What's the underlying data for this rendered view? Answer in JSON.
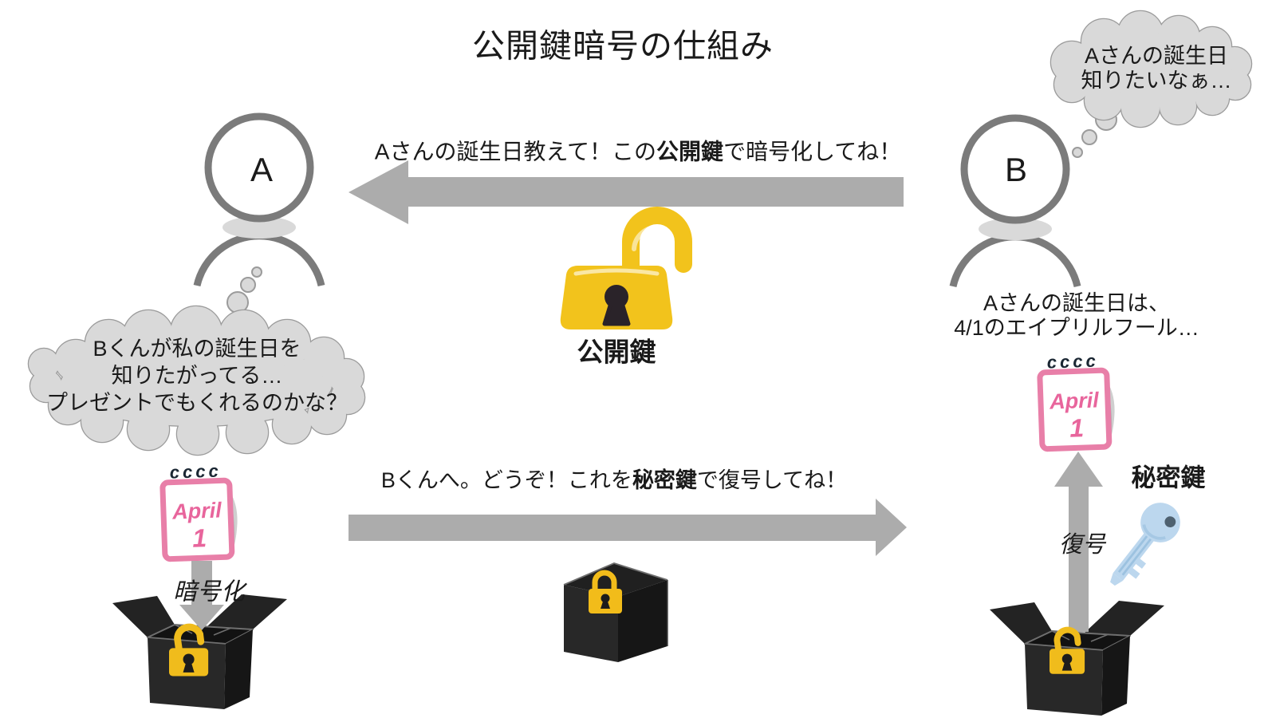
{
  "title": "公開鍵暗号の仕組み",
  "person_a": {
    "label": "A"
  },
  "person_b": {
    "label": "B"
  },
  "thought_b": {
    "line1": "Aさんの誕生日",
    "line2": "知りたいなぁ…"
  },
  "thought_a": {
    "line1": "Bくんが私の誕生日を",
    "line2": "知りたがってる…",
    "line3": "プレゼントでもくれるのかな？"
  },
  "request_message": {
    "prefix": "Aさんの誕生日教えて！この",
    "emphasis": "公開鍵",
    "suffix": "で暗号化してね！"
  },
  "response_message": {
    "prefix": "Bくんへ。どうぞ！これを",
    "emphasis": "秘密鍵",
    "suffix": "で復号してね！"
  },
  "public_key_label": "公開鍵",
  "private_key_label": "秘密鍵",
  "encrypt_label": "暗号化",
  "decrypt_label": "復号",
  "reveal": {
    "line1": "Aさんの誕生日は、",
    "line2": "4/1のエイプリルフール…"
  },
  "calendar": {
    "rings": "cccc",
    "month": "April",
    "day": "1"
  },
  "colors": {
    "arrow_gray": "#ACACAC",
    "lock_yellow": "#F2C31C",
    "small_lock_yellow": "#F0BC1C",
    "box_black": "#262626",
    "calendar_pink": "#E87FA8",
    "calendar_text_pink": "#E8659C",
    "key_blue": "#BCD7EE",
    "key_hole_blue": "#4E6170",
    "bubble_fill": "#D9D9D9",
    "bubble_stroke": "#9B9B9B",
    "person_gray": "#7B7B7B",
    "text": "#1A1A1A"
  }
}
